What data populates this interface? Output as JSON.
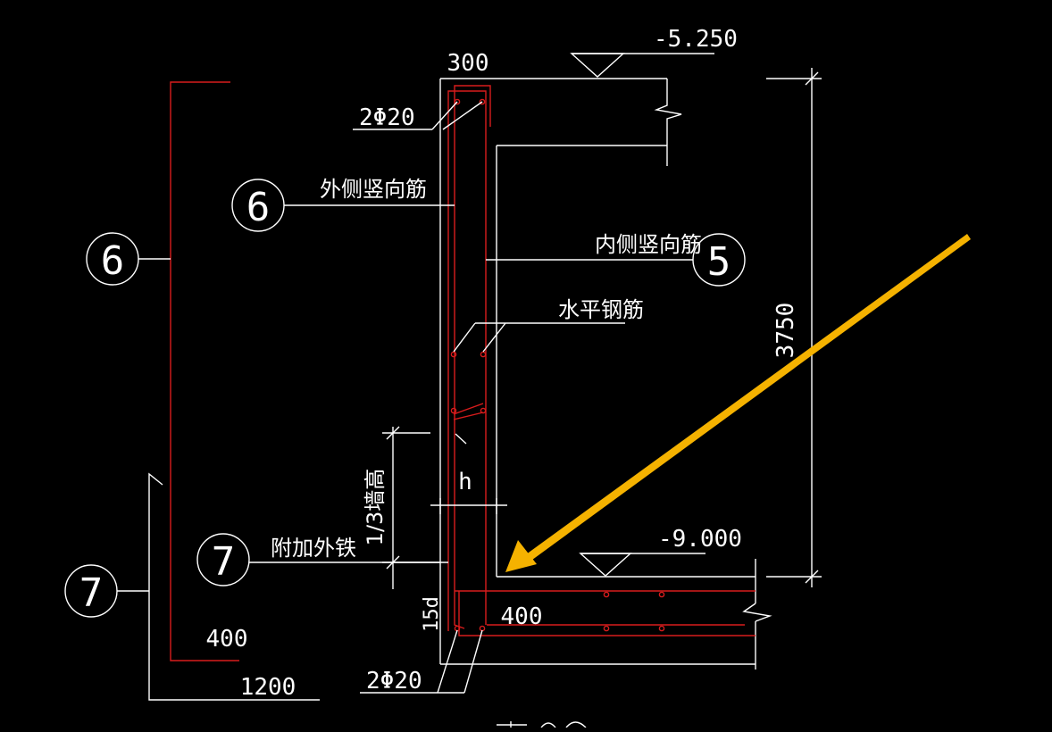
{
  "colors": {
    "background": "#000000",
    "line": "#ffffff",
    "rebar": "#d81c1c",
    "arrow": "#f5b200"
  },
  "dims": {
    "wall_thickness": "300",
    "height": "3750",
    "top_elev": "-5.250",
    "bottom_elev": "-9.000",
    "hook_400": "400",
    "base_400": "400",
    "base_1200": "1200",
    "anchor_15d": "15d",
    "h_label": "h",
    "third_height": "1/3墙高"
  },
  "rebar": {
    "top_bars": "2Φ20",
    "bottom_bars": "2Φ20",
    "outer_vertical": "外侧竖向筋",
    "inner_vertical": "内侧竖向筋",
    "horizontal": "水平钢筋",
    "additional_outer": "附加外铁"
  },
  "bubbles": {
    "b6_left": "6",
    "b6_mid": "6",
    "b5": "5",
    "b7_left": "7",
    "b7_mid": "7"
  },
  "icons": {
    "pointer": "arrow-icon",
    "elevation": "elevation-triangle-icon",
    "break": "break-line-icon"
  }
}
